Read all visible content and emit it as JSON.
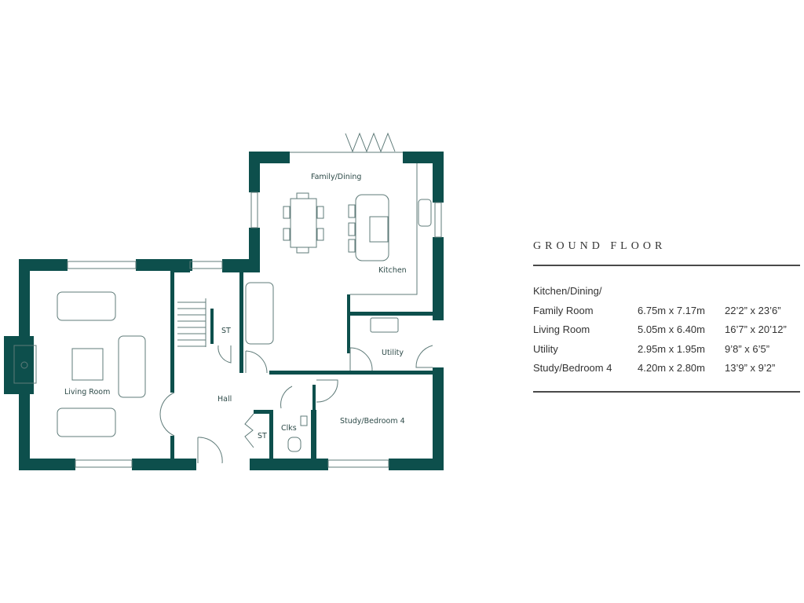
{
  "floor_plan": {
    "wall_color": "#0d4f4c",
    "line_color": "#5f7b79",
    "rooms": [
      {
        "id": "family-dining",
        "label": "Family/Dining"
      },
      {
        "id": "kitchen",
        "label": "Kitchen"
      },
      {
        "id": "living-room",
        "label": "Living Room"
      },
      {
        "id": "hall",
        "label": "Hall"
      },
      {
        "id": "utility",
        "label": "Utility"
      },
      {
        "id": "study",
        "label": "Study/Bedroom 4"
      },
      {
        "id": "cloakroom",
        "label": "Clks"
      },
      {
        "id": "store-under-stairs",
        "label": "ST"
      },
      {
        "id": "store-hall",
        "label": "ST"
      }
    ]
  },
  "schedule": {
    "title": "GROUND FLOOR",
    "rows": [
      {
        "name": "Kitchen/Dining/",
        "metric": "",
        "imperial": ""
      },
      {
        "name": "Family Room",
        "metric": "6.75m x 7.17m",
        "imperial": "22’2” x 23’6”"
      },
      {
        "name": "Living Room",
        "metric": "5.05m x 6.40m",
        "imperial": "16’7” x 20’12”"
      },
      {
        "name": "Utility",
        "metric": "2.95m x 1.95m",
        "imperial": "9’8” x 6’5”"
      },
      {
        "name": "Study/Bedroom 4",
        "metric": "4.20m x 2.80m",
        "imperial": "13’9” x 9’2”"
      }
    ]
  }
}
